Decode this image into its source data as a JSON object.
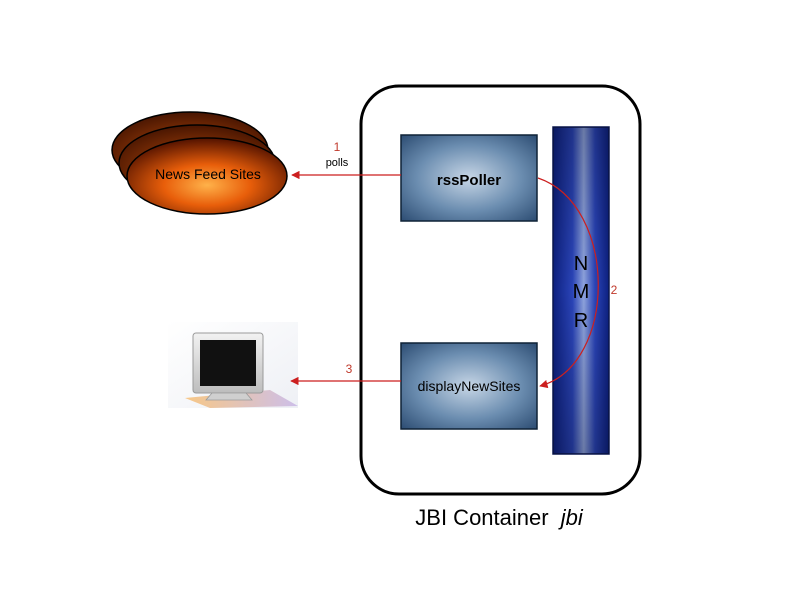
{
  "container": {
    "label": "JBI Container",
    "label_italic": "jbi"
  },
  "news_feed": {
    "label": "News Feed Sites"
  },
  "rss_poller": {
    "label": "rssPoller"
  },
  "display_new_sites": {
    "label": "displayNewSites"
  },
  "nmr": {
    "letters": [
      "N",
      "M",
      "R"
    ]
  },
  "arrows": {
    "poll": {
      "number": "1",
      "label": "polls"
    },
    "nmr_route": {
      "number": "2"
    },
    "display": {
      "number": "3"
    }
  },
  "colors": {
    "arrow": "#cc1f1f",
    "number": "#c0392b",
    "box_border": "#0f2236",
    "nmr_dark": "#0a1f7a",
    "nmr_light": "#7b93d6",
    "ellipse_dark": "#3a0f00",
    "ellipse_light": "#ff8a1a"
  },
  "icons": {
    "monitor": "monitor-icon"
  }
}
